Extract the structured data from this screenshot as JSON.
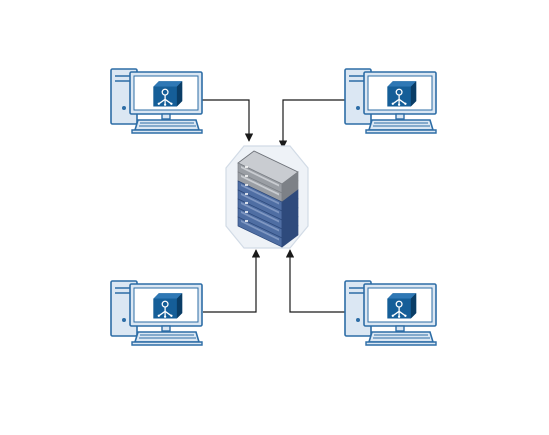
{
  "diagram": {
    "type": "star-network",
    "hub": {
      "kind": "server-rack",
      "icon": "server-rack-icon",
      "unit_count": 7,
      "colors": {
        "halo": "#eef2f7",
        "halo_stroke": "#d2dbe6",
        "chassis_gray": "#9a9ea4",
        "chassis_gray_light": "#c9ccd1",
        "chassis_blue": "#4f6ea3",
        "chassis_blue_light": "#7f97c2",
        "chassis_blue_dark": "#2e4a7c"
      }
    },
    "nodes": [
      {
        "id": "workstation-top-left",
        "icon": "workstation-icon",
        "screen_icon": "cube-network-icon",
        "arrow_to_hub": true
      },
      {
        "id": "workstation-top-right",
        "icon": "workstation-icon",
        "screen_icon": "cube-network-icon",
        "arrow_to_hub": true
      },
      {
        "id": "workstation-bottom-left",
        "icon": "workstation-icon",
        "screen_icon": "cube-network-icon",
        "arrow_to_hub": true
      },
      {
        "id": "workstation-bottom-right",
        "icon": "workstation-icon",
        "screen_icon": "cube-network-icon",
        "arrow_to_hub": true
      }
    ],
    "colors": {
      "device_fill": "#dbe7f3",
      "device_stroke": "#2d6da6",
      "screen_fill": "#0f4f80",
      "connector": "#1a1a1a"
    }
  }
}
